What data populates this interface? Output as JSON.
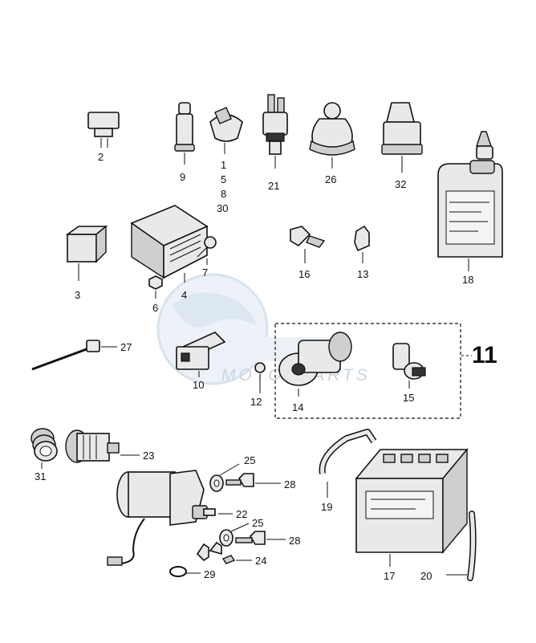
{
  "group_label": "11",
  "watermark": "MOTORPARTS",
  "callouts": {
    "c1": "1",
    "c2": "2",
    "c3": "3",
    "c4": "4",
    "c5": "5",
    "c6": "6",
    "c7": "7",
    "c8": "8",
    "c9": "9",
    "c10": "10",
    "c12": "12",
    "c13": "13",
    "c14": "14",
    "c15": "15",
    "c16": "16",
    "c17": "17",
    "c18": "18",
    "c19": "19",
    "c20": "20",
    "c21": "21",
    "c22": "22",
    "c23": "23",
    "c24": "24",
    "c25a": "25",
    "c25b": "25",
    "c26": "26",
    "c27": "27",
    "c28a": "28",
    "c28b": "28",
    "c29": "29",
    "c30": "30",
    "c31": "31",
    "c32": "32"
  }
}
